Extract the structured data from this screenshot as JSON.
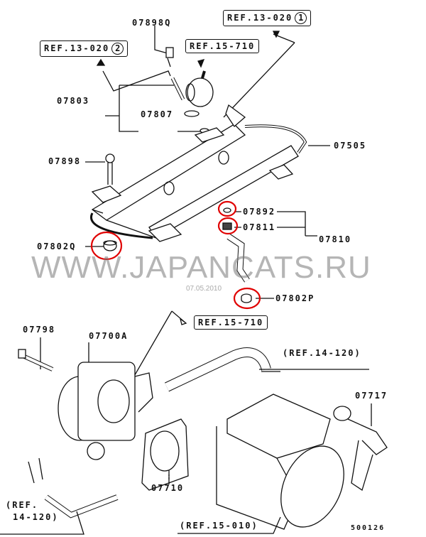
{
  "part_labels": {
    "p07898Q": "07898Q",
    "p07803": "07803",
    "p07807": "07807",
    "p07505": "07505",
    "p07898": "07898",
    "p07892": "07892",
    "p07811": "07811",
    "p07810": "07810",
    "p07802Q": "07802Q",
    "p07802P": "07802P",
    "p07798": "07798",
    "p07700A": "07700A",
    "p07717": "07717",
    "p07710": "07710"
  },
  "references": {
    "ref_13_020_2": {
      "text": "REF.13-020",
      "num": "2"
    },
    "ref_15_710_top": "REF.15-710",
    "ref_13_020_1": {
      "text": "REF.13-020",
      "num": "1"
    },
    "ref_15_710_mid": "REF.15-710",
    "ref_14_120_right": "(REF.14-120)",
    "ref_14_120_left_line1": "(REF.",
    "ref_14_120_left_line2": "14-120)",
    "ref_15_010": "(REF.15-010)"
  },
  "watermark": "WWW.JAPANCATS.RU",
  "date": "07.05.2010",
  "diagram_code": "500126",
  "colors": {
    "highlight": "#e00000",
    "line": "#111111"
  }
}
